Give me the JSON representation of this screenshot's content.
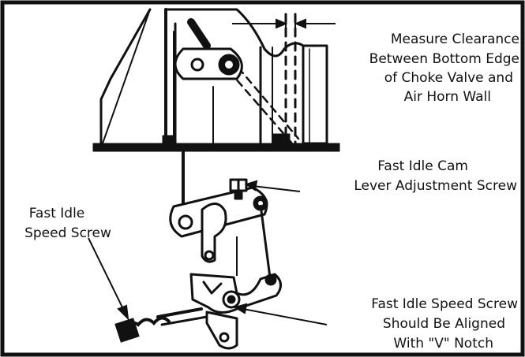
{
  "labels": {
    "clearance": [
      "Measure Clearance",
      "Between Bottom Edge",
      "of Choke Valve and",
      "Air Horn Wall"
    ],
    "cam_screw": [
      "Fast Idle Cam",
      "Lever Adjustment Screw"
    ],
    "speed_screw": [
      "Fast Idle",
      "Speed Screw"
    ],
    "aligned": [
      "Fast Idle Speed Screw",
      "Should Be Aligned",
      "With \"V\" Notch"
    ]
  },
  "colors": {
    "ink": "#111111",
    "paper": "#ffffff"
  }
}
